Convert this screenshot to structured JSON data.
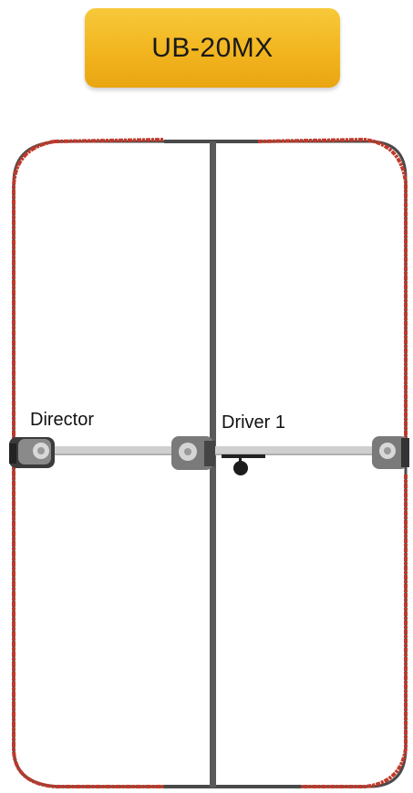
{
  "title": "UB-20MX",
  "labels": {
    "director": "Director",
    "driver1": "Driver 1"
  },
  "colors": {
    "badge": "#f2b51f",
    "outline_red": "#c0392b",
    "outline_dark": "#4a4a4a",
    "pole": "#5a5a5a",
    "bar": "#c8c8c8"
  },
  "icons": [
    "director-motor-icon",
    "driver-motor-icon",
    "end-motor-icon",
    "center-pulley-icon"
  ]
}
